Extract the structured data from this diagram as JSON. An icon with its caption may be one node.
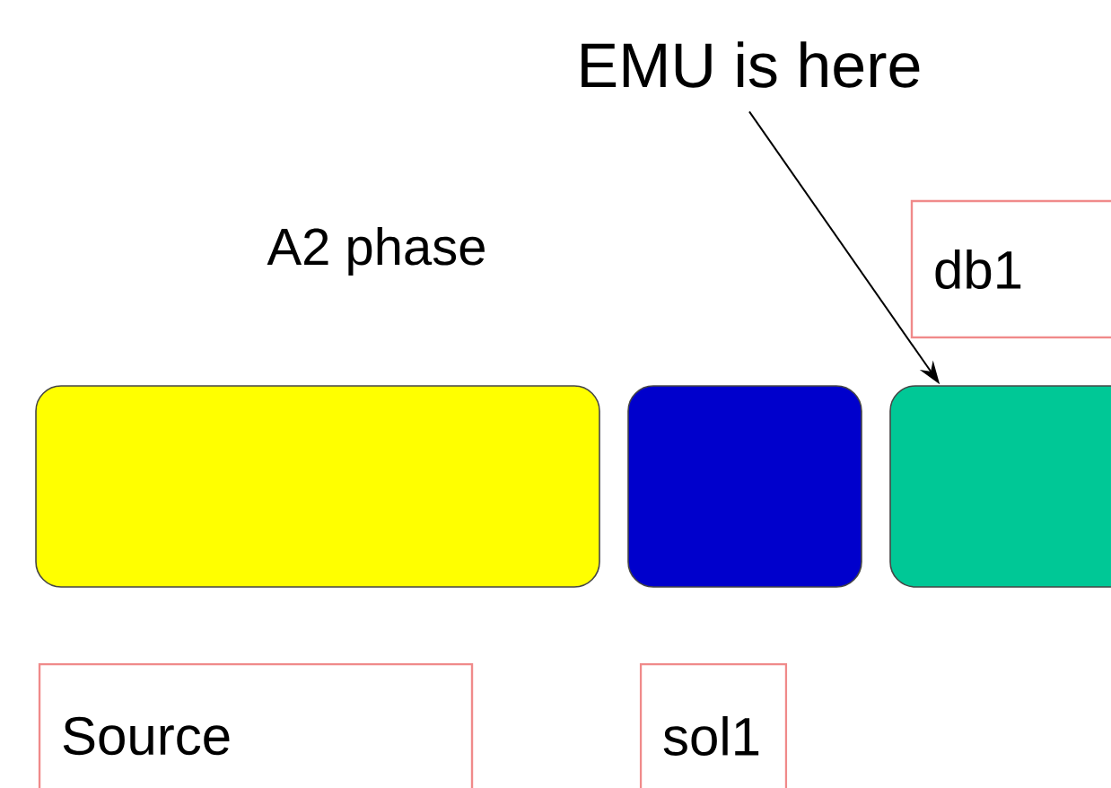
{
  "diagram": {
    "nodes": [
      {
        "text": [
          "EMU is here"
        ]
      },
      {
        "text": [
          "db1"
        ]
      },
      {
        "text": [],
        "shape": "box"
      },
      {
        "text": [],
        "shape": "box"
      },
      {
        "text": [],
        "shape": "box"
      },
      {
        "text": [
          "Source"
        ]
      },
      {
        "text": [
          "sol1"
        ]
      }
    ],
    "edges": [
      {
        "from": 0,
        "to": 4,
        "arrow": "to"
      }
    ],
    "labels": [
      "A2 phase"
    ]
  }
}
